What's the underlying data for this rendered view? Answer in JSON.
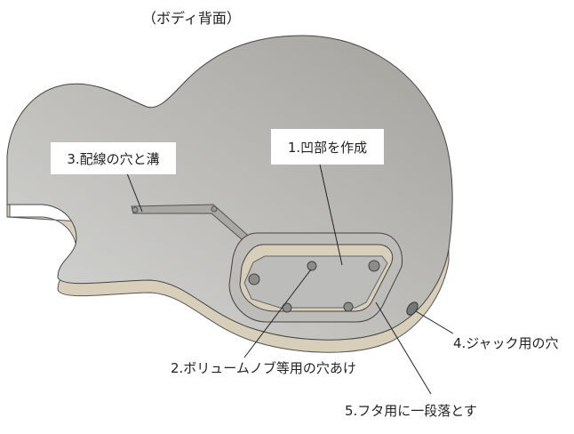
{
  "title": "（ボディ背面）",
  "labels": {
    "step1": "1.凹部を作成",
    "step2": "2.ボリュームノブ等用の穴あけ",
    "step3": "3.配線の穴と溝",
    "step4": "4.ジャック用の穴",
    "step5": "5.フタ用に一段落とす"
  },
  "colors": {
    "surface": "#b9b8b4",
    "side": "#d9d0bd",
    "outline": "#555555"
  }
}
